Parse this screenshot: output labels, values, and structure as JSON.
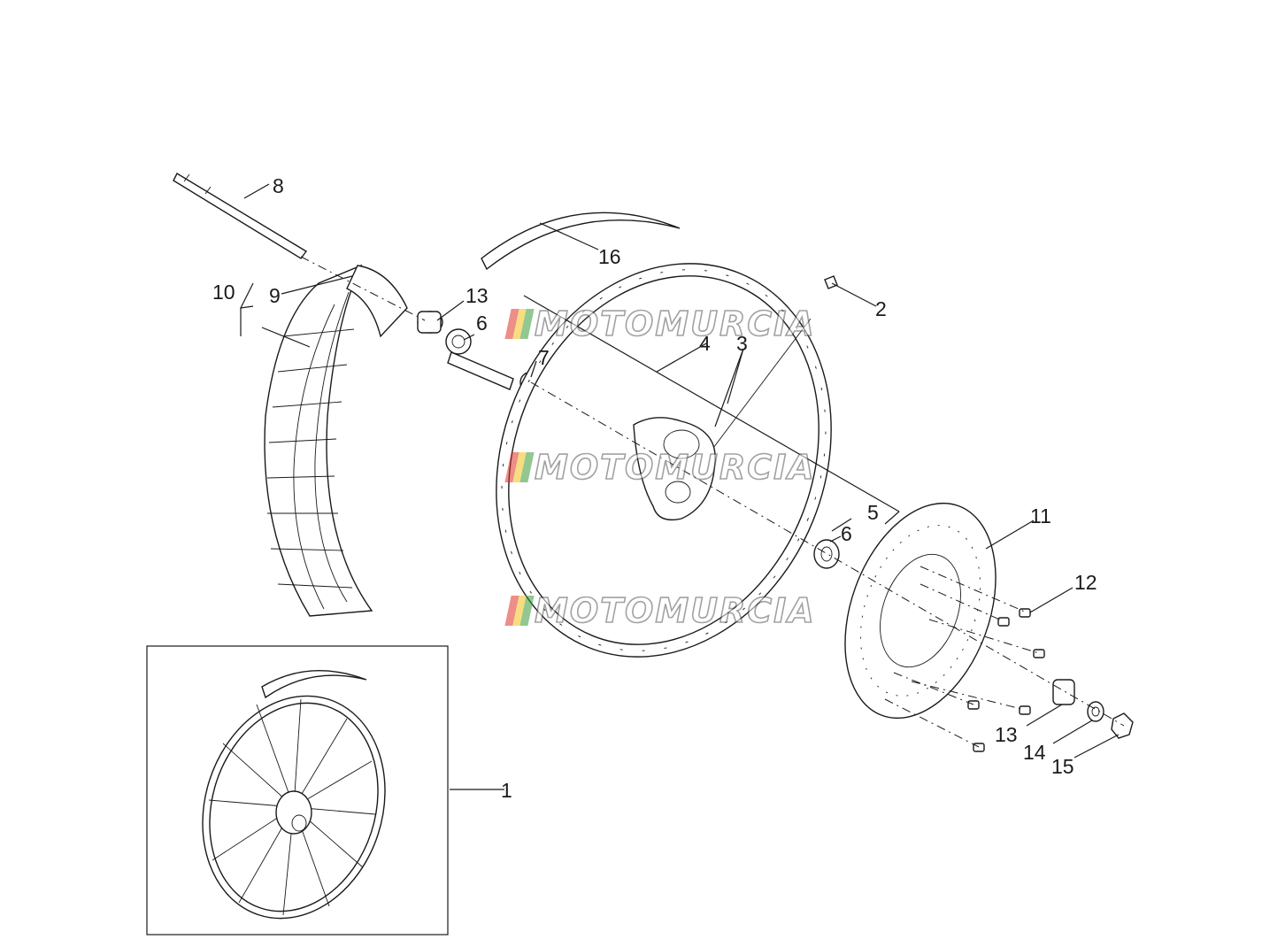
{
  "diagram": {
    "callouts": [
      {
        "id": "c1",
        "text": "1"
      },
      {
        "id": "c2",
        "text": "2"
      },
      {
        "id": "c3",
        "text": "3"
      },
      {
        "id": "c4",
        "text": "4"
      },
      {
        "id": "c5",
        "text": "5"
      },
      {
        "id": "c6a",
        "text": "6"
      },
      {
        "id": "c6b",
        "text": "6"
      },
      {
        "id": "c7",
        "text": "7"
      },
      {
        "id": "c8",
        "text": "8"
      },
      {
        "id": "c9",
        "text": "9"
      },
      {
        "id": "c10",
        "text": "10"
      },
      {
        "id": "c11",
        "text": "11"
      },
      {
        "id": "c12",
        "text": "12"
      },
      {
        "id": "c13a",
        "text": "13"
      },
      {
        "id": "c13b",
        "text": "13"
      },
      {
        "id": "c14",
        "text": "14"
      },
      {
        "id": "c15",
        "text": "15"
      },
      {
        "id": "c16",
        "text": "16"
      }
    ]
  },
  "watermark": {
    "text": "MOTOMURCIA",
    "flag_colors": [
      "#e0332a",
      "#f2c318",
      "#3a9a3a"
    ]
  }
}
